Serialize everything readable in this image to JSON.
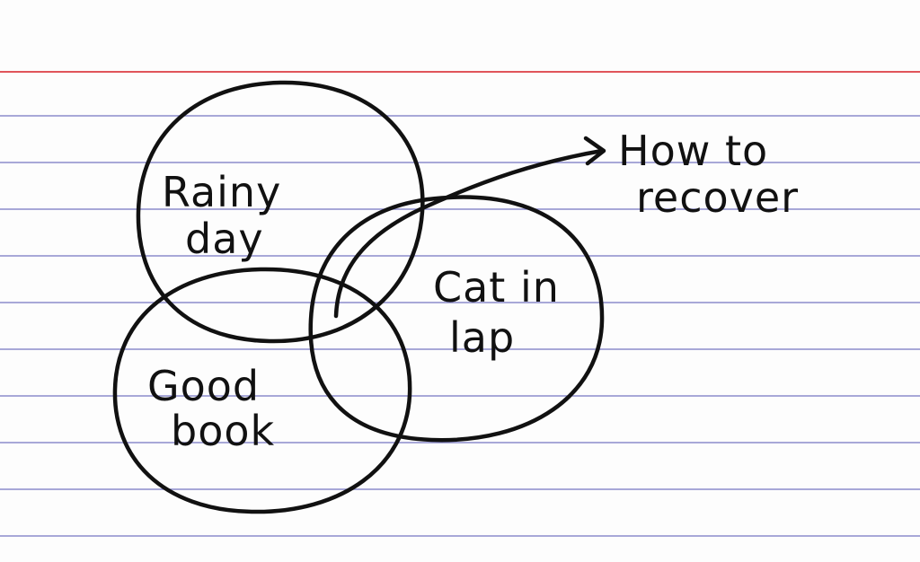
{
  "diagram": {
    "type": "venn",
    "sets": [
      {
        "label_lines": [
          "Rainy",
          "day"
        ]
      },
      {
        "label_lines": [
          "Good",
          "book"
        ]
      },
      {
        "label_lines": [
          "Cat in",
          "lap"
        ]
      }
    ],
    "intersection_callout": {
      "label_lines": [
        "How to",
        "recover"
      ]
    }
  },
  "colors": {
    "paper": "#fdfdfd",
    "rule_lines": "#8b8ccb",
    "margin_line": "#e0555b",
    "ink": "#111111"
  }
}
